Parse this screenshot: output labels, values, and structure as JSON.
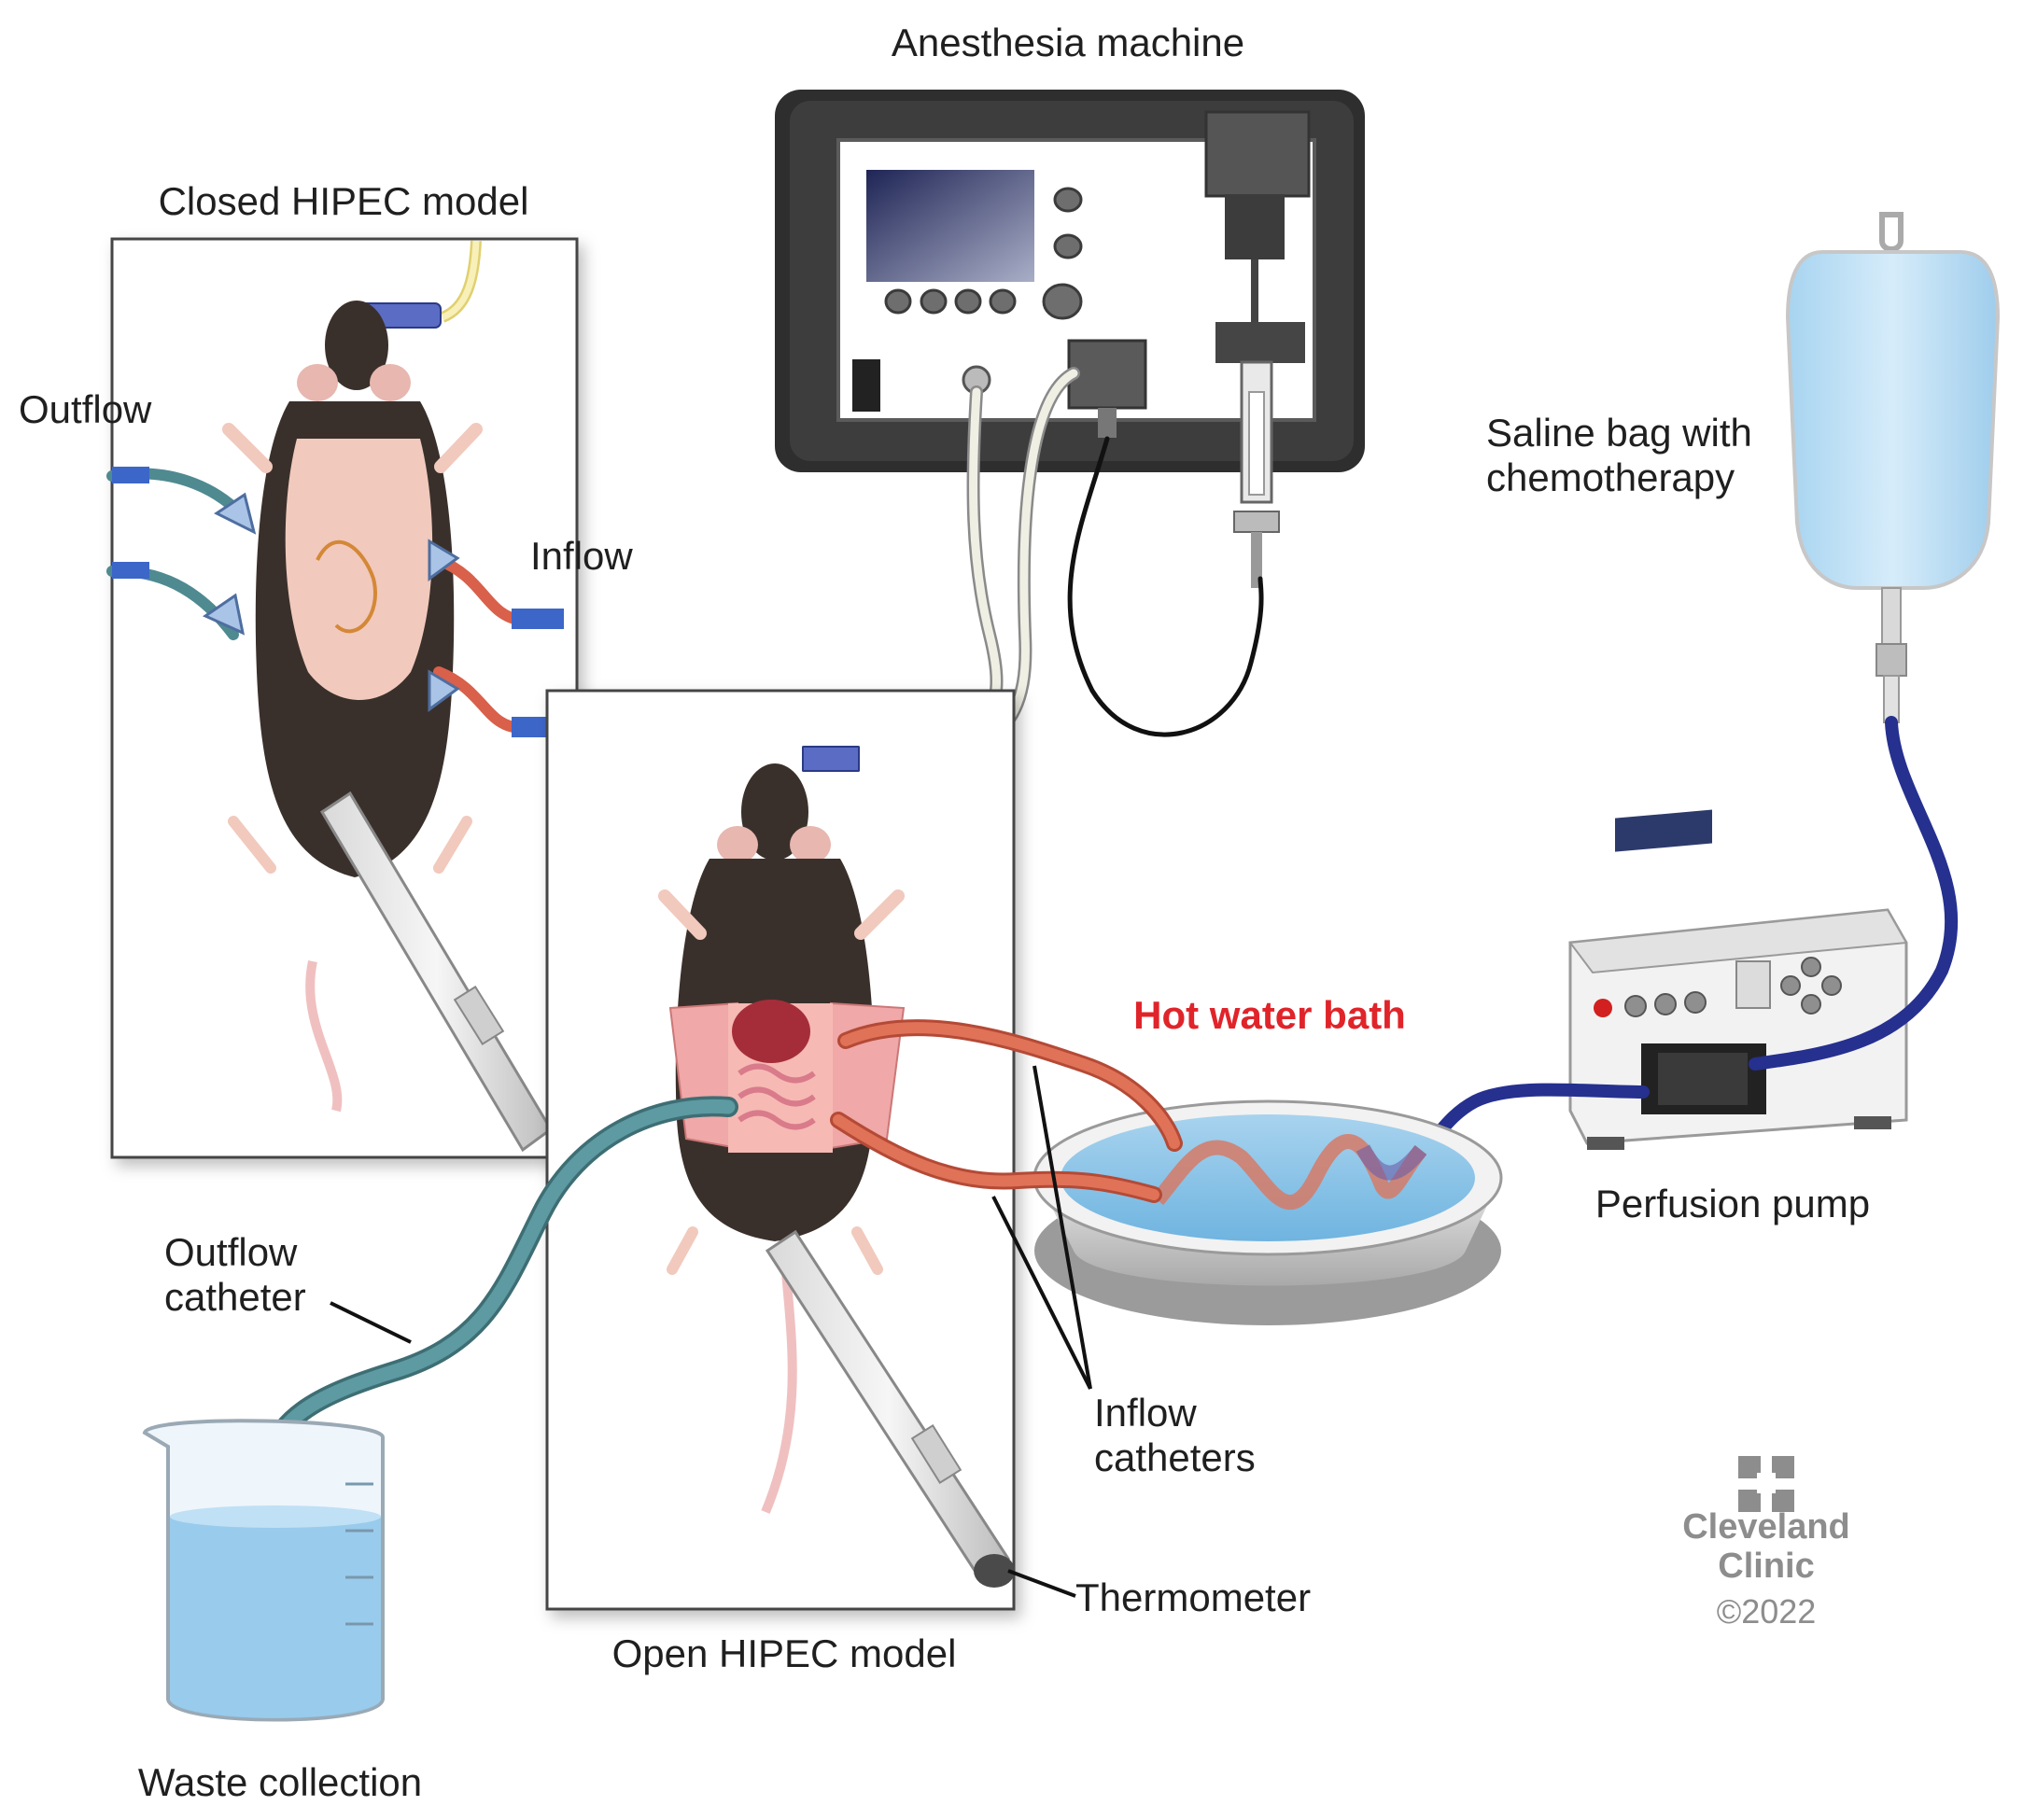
{
  "labels": {
    "anesthesia_machine": "Anesthesia machine",
    "closed_model": "Closed HIPEC model",
    "outflow": "Outflow",
    "inflow": "Inflow",
    "saline_line1": "Saline bag with",
    "saline_line2": "chemotherapy",
    "hot_water_bath": "Hot water bath",
    "perfusion_pump": "Perfusion pump",
    "outflow_catheter_line1": "Outflow",
    "outflow_catheter_line2": "catheter",
    "inflow_catheters_line1": "Inflow",
    "inflow_catheters_line2": "catheters",
    "thermometer": "Thermometer",
    "open_model": "Open HIPEC model",
    "waste_collection": "Waste collection"
  },
  "logo": {
    "name_line1": "Cleveland",
    "name_line2": "Clinic",
    "copyright": "©2022"
  },
  "colors": {
    "accent_label": "#e0242a",
    "outflow_tube": "#4f8a91",
    "inflow_tube": "#d9604a",
    "perfusion_tube": "#25308f",
    "saline": "#bfe0f5",
    "mouse_fur": "#3a302b",
    "machine_frame": "#2e2e2e",
    "logo": "#8d8d8d"
  }
}
